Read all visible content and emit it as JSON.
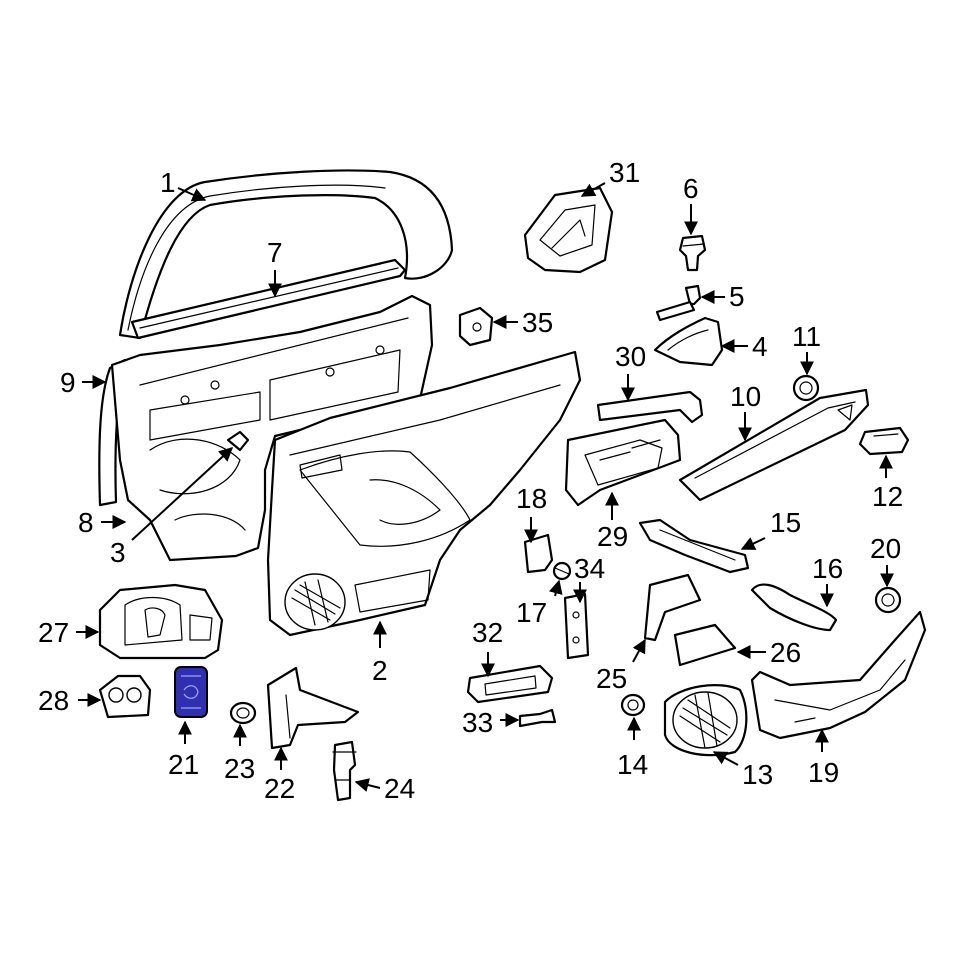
{
  "callouts": [
    {
      "id": "1",
      "label": "1"
    },
    {
      "id": "2",
      "label": "2"
    },
    {
      "id": "3",
      "label": "3"
    },
    {
      "id": "4",
      "label": "4"
    },
    {
      "id": "5",
      "label": "5"
    },
    {
      "id": "6",
      "label": "6"
    },
    {
      "id": "7",
      "label": "7"
    },
    {
      "id": "8",
      "label": "8"
    },
    {
      "id": "9",
      "label": "9"
    },
    {
      "id": "10",
      "label": "10"
    },
    {
      "id": "11",
      "label": "11"
    },
    {
      "id": "12",
      "label": "12"
    },
    {
      "id": "13",
      "label": "13"
    },
    {
      "id": "14",
      "label": "14"
    },
    {
      "id": "15",
      "label": "15"
    },
    {
      "id": "16",
      "label": "16"
    },
    {
      "id": "17",
      "label": "17"
    },
    {
      "id": "18",
      "label": "18"
    },
    {
      "id": "19",
      "label": "19"
    },
    {
      "id": "20",
      "label": "20"
    },
    {
      "id": "21",
      "label": "21"
    },
    {
      "id": "22",
      "label": "22"
    },
    {
      "id": "23",
      "label": "23"
    },
    {
      "id": "24",
      "label": "24"
    },
    {
      "id": "25",
      "label": "25"
    },
    {
      "id": "26",
      "label": "26"
    },
    {
      "id": "27",
      "label": "27"
    },
    {
      "id": "28",
      "label": "28"
    },
    {
      "id": "29",
      "label": "29"
    },
    {
      "id": "30",
      "label": "30"
    },
    {
      "id": "31",
      "label": "31"
    },
    {
      "id": "32",
      "label": "32"
    },
    {
      "id": "33",
      "label": "33"
    },
    {
      "id": "34",
      "label": "34"
    },
    {
      "id": "35",
      "label": "35"
    }
  ],
  "highlighted_part": "21",
  "colors": {
    "line": "#000000",
    "highlight": "#2f2fb0",
    "background": "#ffffff"
  }
}
